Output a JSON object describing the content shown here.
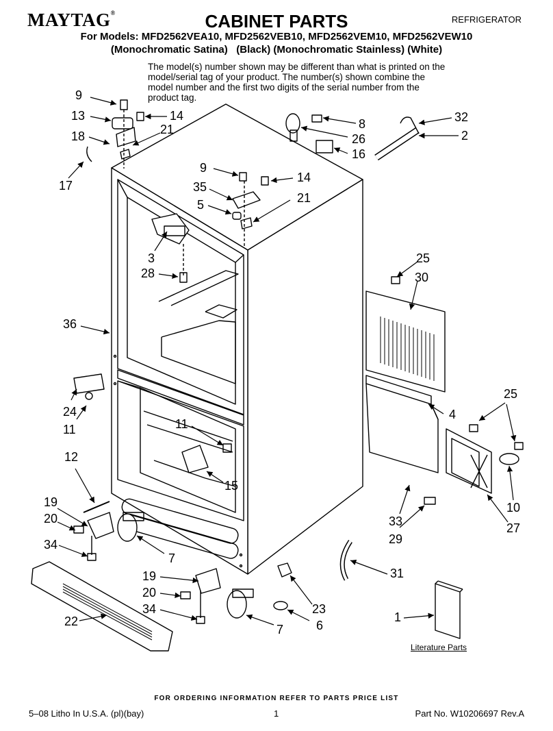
{
  "header": {
    "brand": "MAYTAG",
    "brand_mark": "®",
    "title": "CABINET PARTS",
    "category": "REFRIGERATOR",
    "models": "For Models: MFD2562VEA10, MFD2562VEB10, MFD2562VEM10, MFD2562VEW10",
    "finishes": "(Monochromatic Satina)   (Black) (Monochromatic Stainless) (White)",
    "notice": "The model(s) number shown may be different than what is printed on the model/serial tag of your product. The number(s) shown combine the model number and the first two digits of the serial number from the product tag."
  },
  "callouts": [
    "9",
    "13",
    "14",
    "21",
    "18",
    "17",
    "8",
    "26",
    "16",
    "32",
    "2",
    "9",
    "14",
    "35",
    "5",
    "21",
    "3",
    "28",
    "25",
    "30",
    "36",
    "24",
    "11",
    "25",
    "4",
    "11",
    "12",
    "15",
    "19",
    "20",
    "34",
    "7",
    "10",
    "33",
    "29",
    "27",
    "31",
    "19",
    "20",
    "34",
    "22",
    "23",
    "6",
    "7",
    "1"
  ],
  "literature_label": "Literature Parts",
  "footer": {
    "ordering": "FOR ORDERING INFORMATION REFER TO PARTS PRICE LIST",
    "litho": "5–08 Litho In U.S.A. (pl)(bay)",
    "page": "1",
    "part_no": "Part No. W10206697 Rev.A"
  }
}
